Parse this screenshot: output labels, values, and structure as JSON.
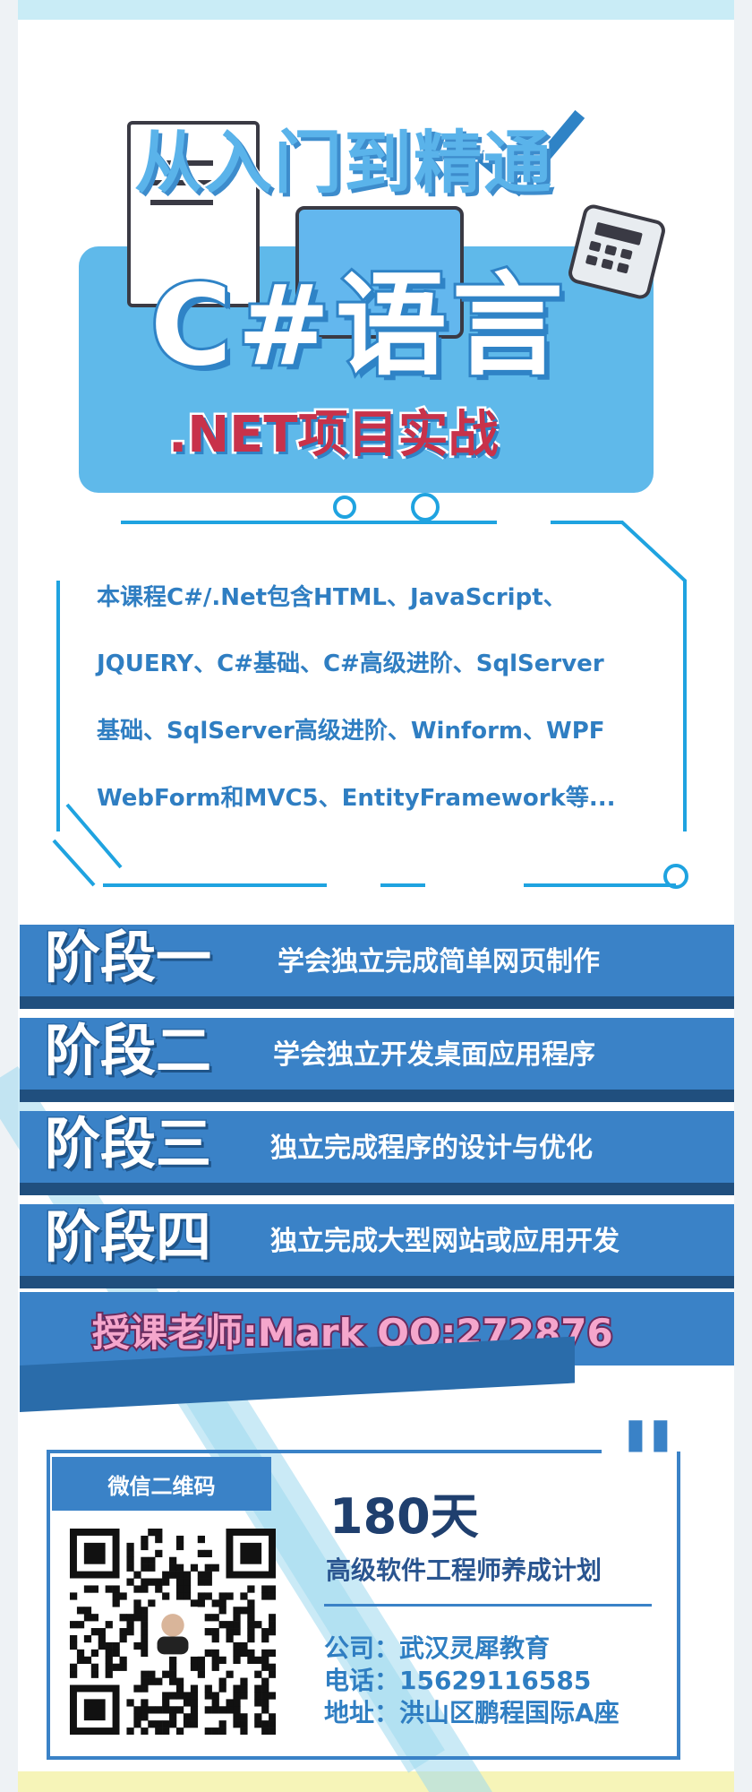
{
  "hero": {
    "line1": "从入门到精通",
    "line2": "C#语言",
    "line3": ".NET项目实战"
  },
  "description": {
    "lines": [
      "本课程C#/.Net包含HTML、JavaScript、",
      "JQUERY、C#基础、C#高级进阶、SqlServer",
      "基础、SqlServer高级进阶、Winform、WPF",
      "WebForm和MVC5、EntityFramework等..."
    ]
  },
  "stages": [
    {
      "label": "阶段一",
      "text": "学会独立完成简单网页制作"
    },
    {
      "label": "阶段二",
      "text": "学会独立开发桌面应用程序"
    },
    {
      "label": "阶段三",
      "text": "独立完成程序的设计与优化"
    },
    {
      "label": "阶段四",
      "text": "独立完成大型网站或应用开发"
    }
  ],
  "teacher": "授课老师:Mark  QQ:272876",
  "qr": {
    "label": "微信二维码"
  },
  "program": {
    "days": "180天",
    "plan": "高级软件工程师养成计划"
  },
  "contact": {
    "company": "公司：武汉灵犀教育",
    "phone": "电话：15629116585",
    "address": "地址：洪山区鹏程国际A座"
  },
  "colors": {
    "primary": "#3a82c7",
    "hero_card": "#5fb9ea",
    "accent_red": "#c8324a",
    "text_blue": "#2f7ec2",
    "teacher_pink": "#f5a6cc"
  }
}
